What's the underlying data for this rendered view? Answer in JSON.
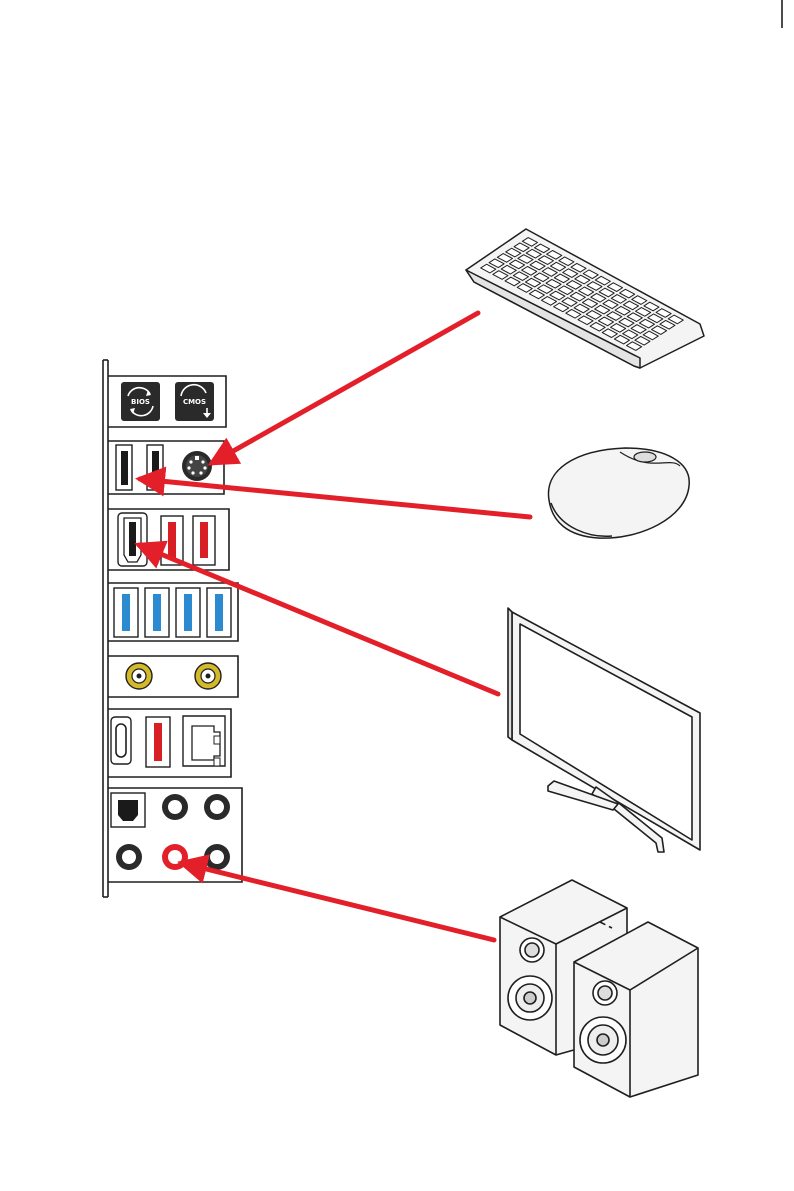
{
  "io_panel": {
    "buttons": [
      {
        "name": "bios-flashback-button",
        "label": "BIOS"
      },
      {
        "name": "clear-cmos-button",
        "label": "CMOS"
      }
    ]
  },
  "devices": [
    "keyboard",
    "mouse",
    "monitor",
    "speakers"
  ],
  "colors": {
    "arrow": "#e3202a",
    "usb2_port": "#1a1a1a",
    "usb_red": "#d81f26",
    "usb3_blue": "#2b8ad0",
    "antenna_gold": "#d4b92a",
    "outline": "#1f1f1f",
    "device_fill": "#f4f4f4"
  }
}
